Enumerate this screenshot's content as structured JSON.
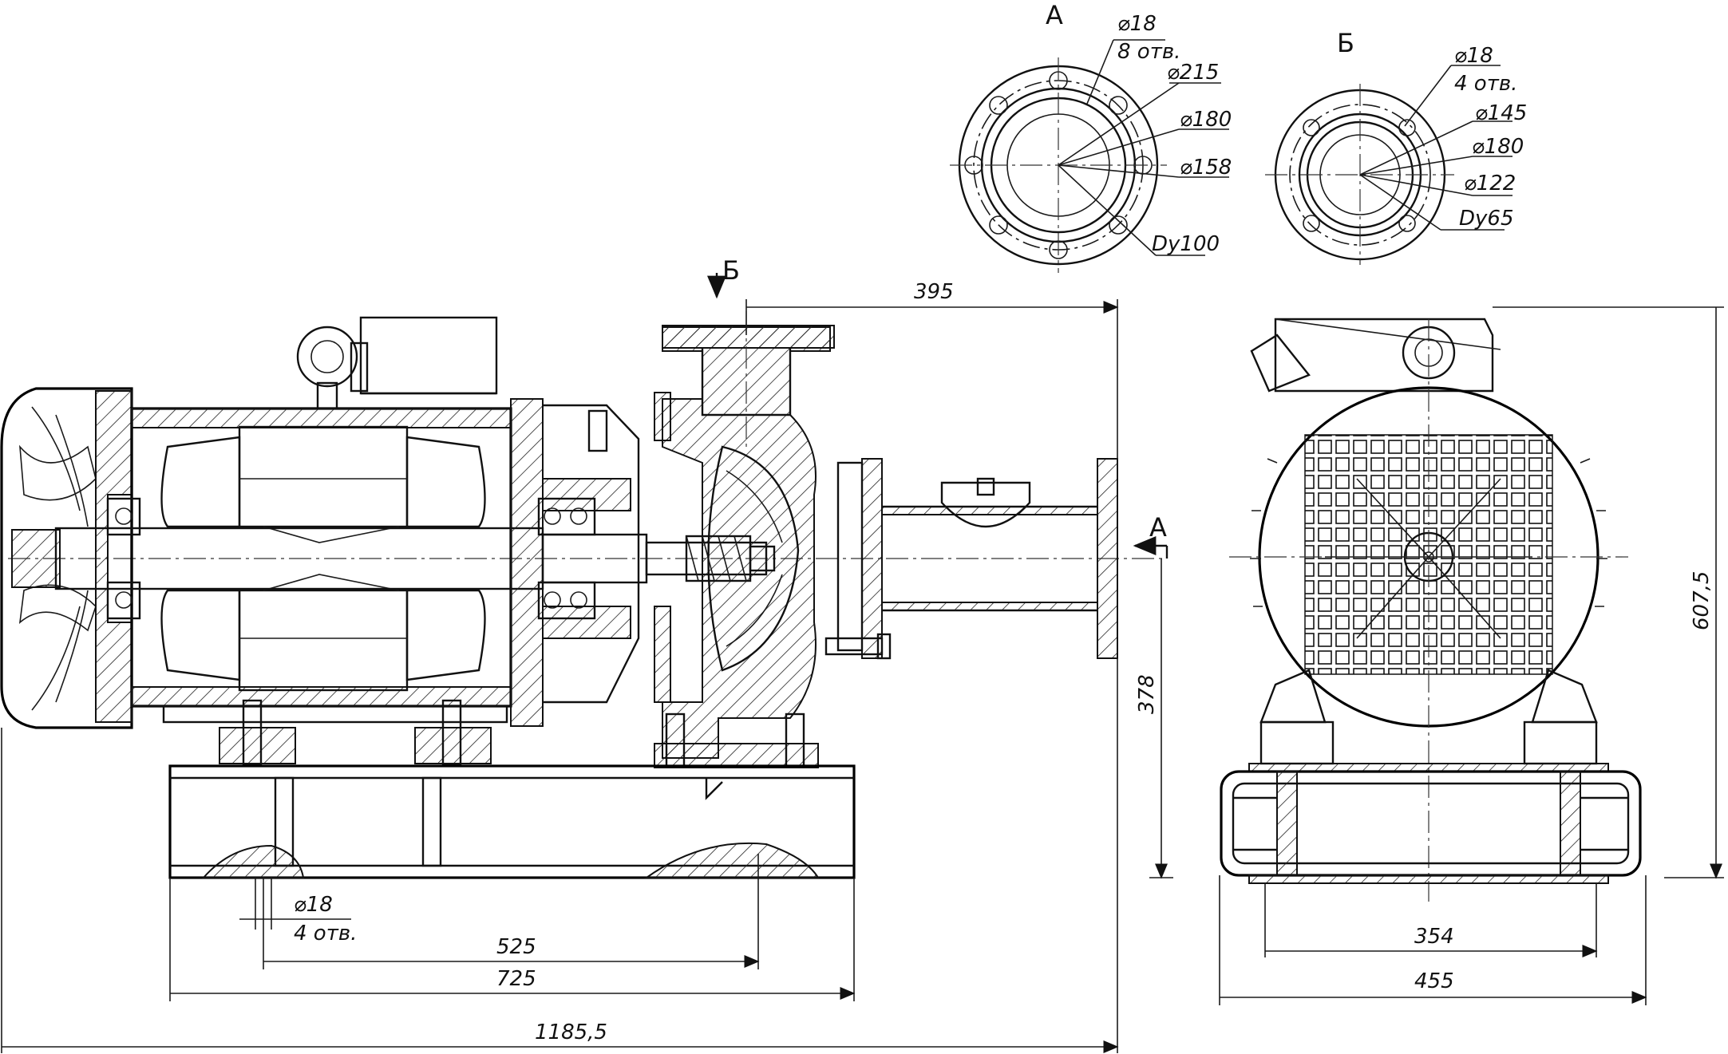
{
  "views": {
    "flange_a": {
      "label": "А",
      "callouts": [
        "⌀18",
        "8 отв.",
        "⌀215",
        "⌀180",
        "⌀158",
        "Dy100"
      ]
    },
    "flange_b": {
      "label": "Б",
      "callouts": [
        "⌀18",
        "4 отв.",
        "⌀145",
        "⌀180",
        "⌀122",
        "Dy65"
      ]
    },
    "section_marks": {
      "inlet": "Б",
      "outlet": "А"
    }
  },
  "dimensions": {
    "flange_height_offset": "395",
    "shaft_height": "378",
    "total_height": "607,5",
    "base_holes": "⌀18",
    "base_holes_count": "4 отв.",
    "hole_spacing": "525",
    "base_length": "725",
    "total_length": "1185,5",
    "side_hole_spacing": "354",
    "side_base_width": "455"
  }
}
